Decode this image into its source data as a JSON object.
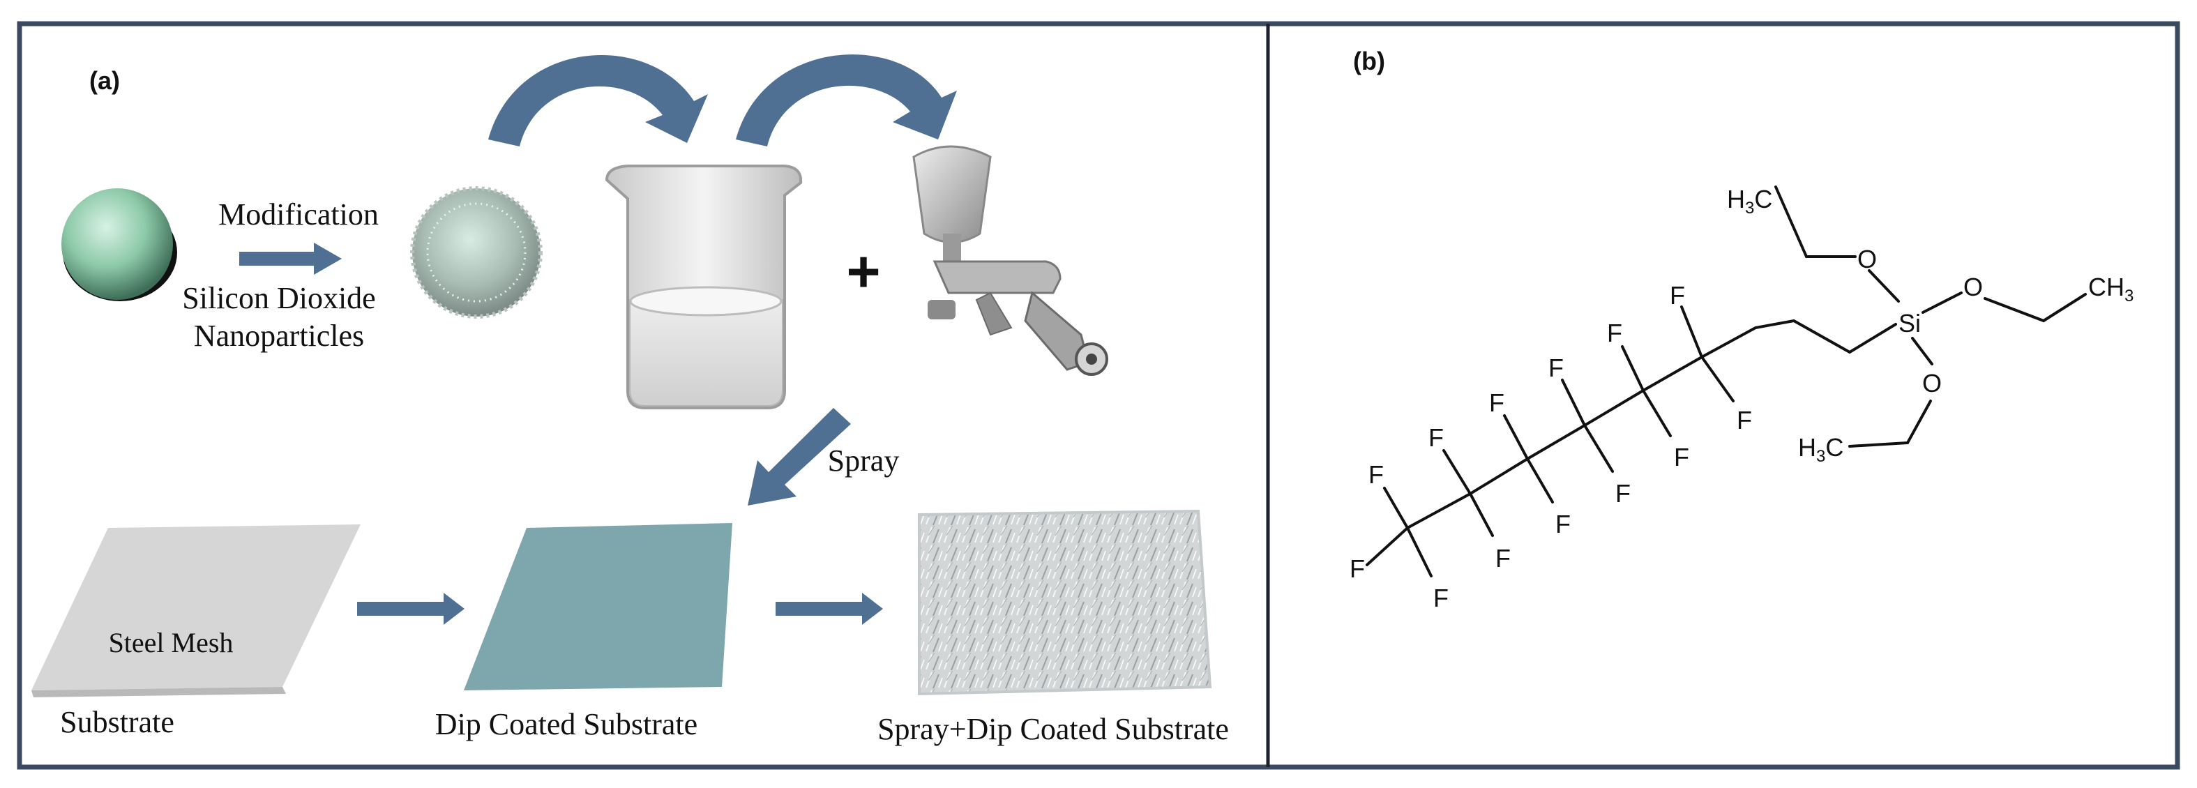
{
  "panel_a": {
    "label": "(a)",
    "modification_label": "Modification",
    "nanoparticles_label_line1": "Silicon Dioxide",
    "nanoparticles_label_line2": "Nanoparticles",
    "plus_symbol": "+",
    "spray_label": "Spray",
    "steel_mesh_label": "Steel Mesh",
    "substrate_label": "Substrate",
    "dip_coated_label": "Dip Coated Substrate",
    "spray_dip_label": "Spray+Dip Coated Substrate"
  },
  "panel_b": {
    "label": "(b)",
    "atoms": {
      "si": "Si",
      "o": "O",
      "f": "F",
      "h3c_h": "H",
      "h3c_sub": "3",
      "h3c_c": "C",
      "ch3_c": "CH",
      "ch3_sub": "3"
    }
  },
  "colors": {
    "border": "#3c4a60",
    "arrow_blue": "#4f6f93",
    "teal": "#7ea6ad",
    "mesh_gray": "#d6d6d6"
  }
}
